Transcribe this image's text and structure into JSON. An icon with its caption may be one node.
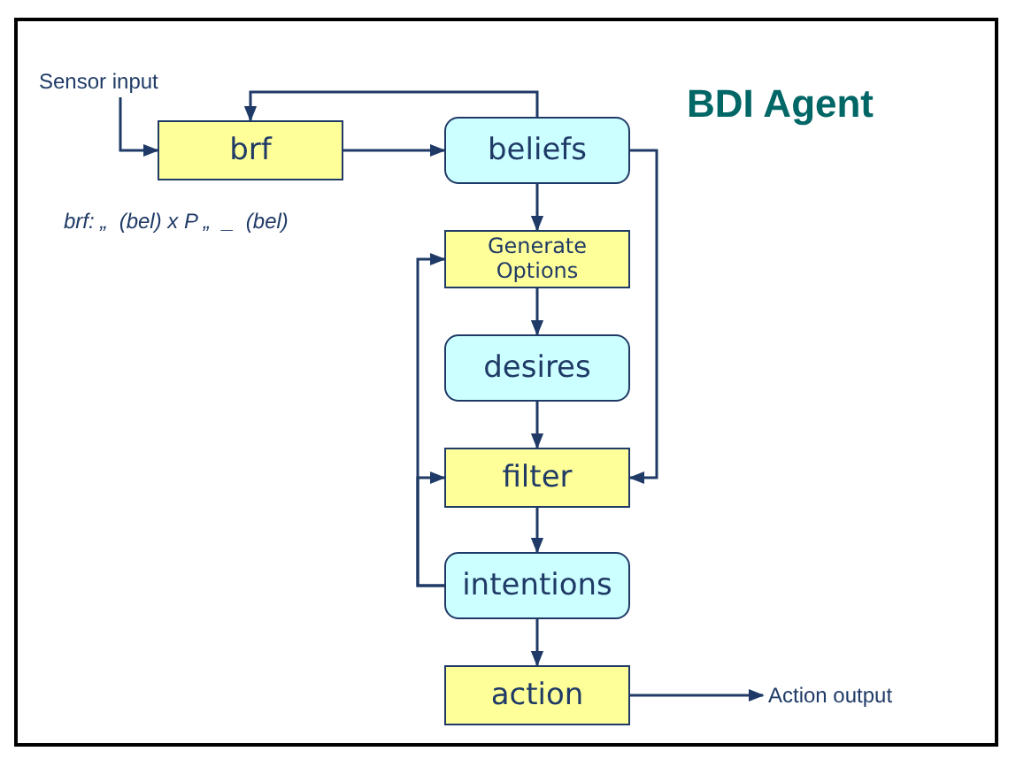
{
  "diagram": {
    "title": "BDI Agent",
    "nodes": [
      {
        "text": [
          "Sensor input"
        ]
      },
      {
        "text": [
          "brf"
        ]
      },
      {
        "text": [
          "beliefs"
        ]
      },
      {
        "text": [
          "Generate Options"
        ]
      },
      {
        "text": [
          "desires"
        ]
      },
      {
        "text": [
          "filter"
        ]
      },
      {
        "text": [
          "intentions"
        ]
      },
      {
        "text": [
          "action"
        ]
      },
      {
        "text": [
          "Action output"
        ]
      }
    ],
    "edges": [
      {
        "from": 0,
        "to": 1,
        "arrow": "to"
      },
      {
        "from": 1,
        "to": 2,
        "arrow": "to"
      },
      {
        "from": 2,
        "to": 1,
        "arrow": "to"
      },
      {
        "from": 2,
        "to": 3,
        "arrow": "to"
      },
      {
        "from": 3,
        "to": 4,
        "arrow": "to"
      },
      {
        "from": 4,
        "to": 5,
        "arrow": "to"
      },
      {
        "from": 2,
        "to": 5,
        "arrow": "to"
      },
      {
        "from": 5,
        "to": 6,
        "arrow": "to"
      },
      {
        "from": 6,
        "to": 3,
        "arrow": "to"
      },
      {
        "from": 6,
        "to": 5,
        "arrow": "to"
      },
      {
        "from": 6,
        "to": 7,
        "arrow": "to"
      },
      {
        "from": 7,
        "to": 8,
        "arrow": "to"
      }
    ],
    "labels": [
      "brf: „  (bel) x P „  _  (bel)"
    ]
  }
}
